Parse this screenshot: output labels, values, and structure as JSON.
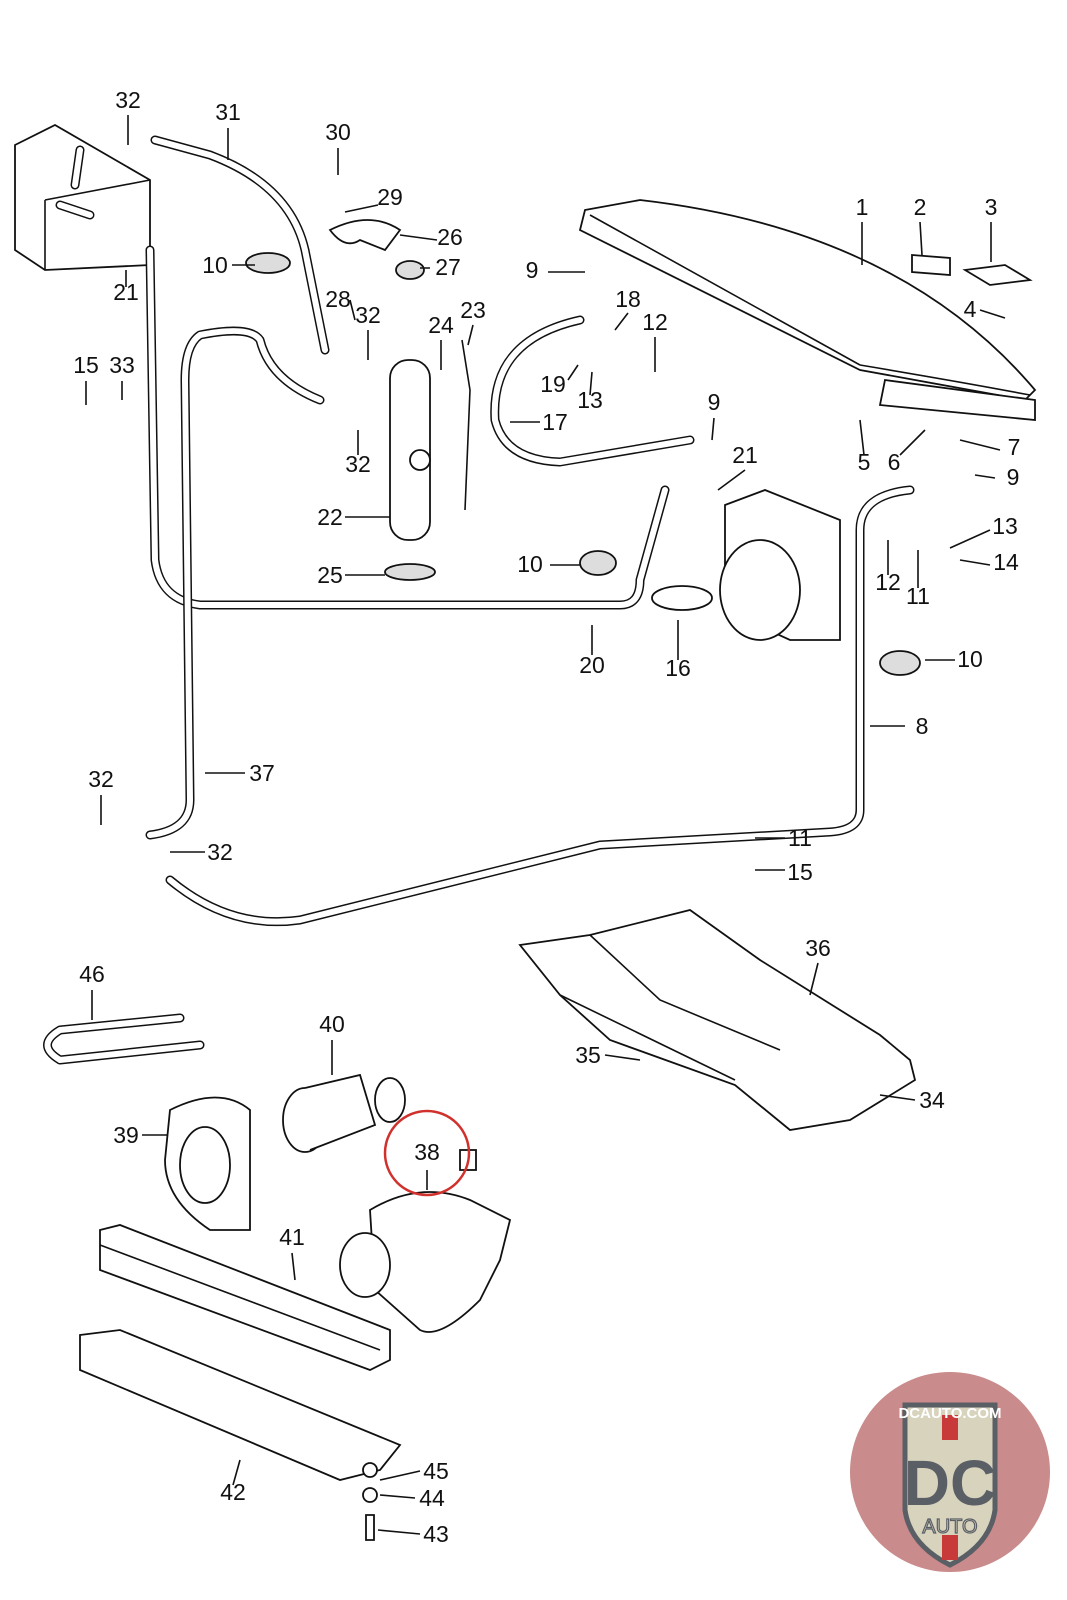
{
  "callouts": [
    "32",
    "31",
    "30",
    "29",
    "26",
    "10",
    "27",
    "21",
    "28",
    "32",
    "24",
    "23",
    "15",
    "33",
    "32",
    "22",
    "25",
    "9",
    "18",
    "12",
    "19",
    "13",
    "17",
    "1",
    "2",
    "3",
    "4",
    "5",
    "6",
    "7",
    "9",
    "21",
    "9",
    "13",
    "14",
    "12",
    "11",
    "10",
    "20",
    "16",
    "10",
    "8",
    "37",
    "32",
    "32",
    "11",
    "15",
    "36",
    "46",
    "40",
    "35",
    "34",
    "39",
    "38",
    "41",
    "42",
    "45",
    "44",
    "43"
  ],
  "highlight": {
    "callout": "38",
    "color": "#d0312d"
  },
  "logo": {
    "text_top": "DCAUTO.COM",
    "text_main": "DC",
    "text_bottom": "AUTO",
    "colors": {
      "shield": "#d8d3bd",
      "letters": "#5a5f66",
      "red": "#c83a3a",
      "bg": "#c98b8b"
    }
  }
}
